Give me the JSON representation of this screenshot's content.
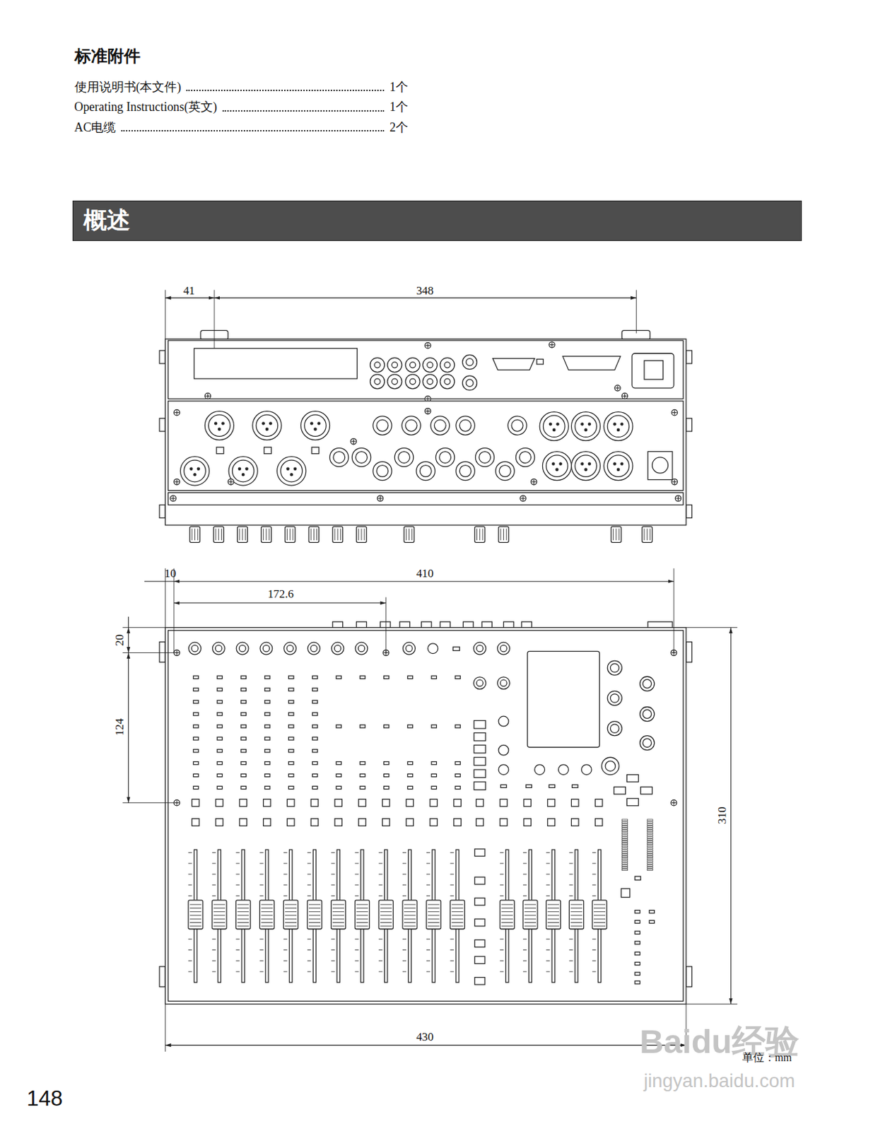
{
  "diagram": {
    "title": "标准附件",
    "nodes": [
      {
        "text": [
          "概述"
        ]
      }
    ],
    "labels": [
      "使用说明书(本文件)",
      "1个",
      "Operating Instructions(英文)",
      "1个",
      "AC电缆",
      "2个",
      "41",
      "348",
      "10",
      "410",
      "172.6",
      "20",
      "124",
      "310",
      "430",
      "单位：mm",
      "148",
      "Baidu经验",
      "jingyan.baidu.com"
    ]
  }
}
